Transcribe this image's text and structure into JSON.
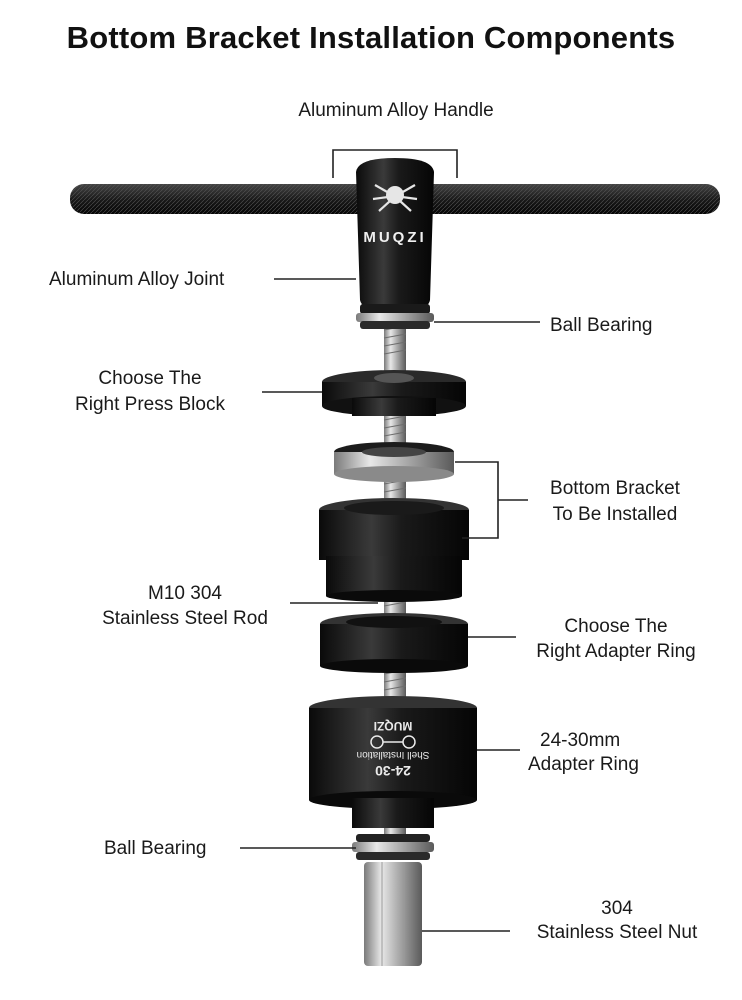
{
  "title": "Bottom Bracket Installation Components",
  "labels": {
    "handle": "Aluminum Alloy Handle",
    "joint": "Aluminum Alloy Joint",
    "ball_bearing_top": "Ball Bearing",
    "press_block_1": "Choose The",
    "press_block_2": "Right Press Block",
    "bb_1": "Bottom Bracket",
    "bb_2": "To Be Installed",
    "rod_1": "M10 304",
    "rod_2": "Stainless Steel Rod",
    "adapter_1": "Choose The",
    "adapter_2": "Right Adapter Ring",
    "ring_1": "24-30mm",
    "ring_2": "Adapter Ring",
    "ball_bearing_bottom": "Ball Bearing",
    "nut_1": "304",
    "nut_2": "Stainless Steel Nut"
  },
  "product_marks": {
    "brand": "MUQZI",
    "ring_text_1": "24-30",
    "ring_text_2": "Shell Installation",
    "ring_brand": "MUQZI"
  }
}
